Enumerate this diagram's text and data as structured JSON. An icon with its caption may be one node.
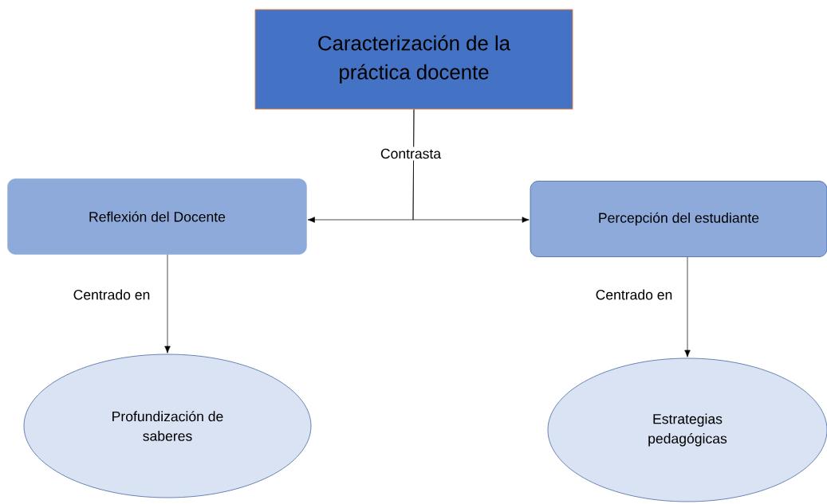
{
  "diagram": {
    "nodes": [
      {
        "text": [
          "Caracterización de la práctica docente"
        ]
      },
      {
        "text": [
          "Reflexión del Docente"
        ]
      },
      {
        "text": [
          "Percepción del estudiante"
        ]
      },
      {
        "text": [
          "Profundización de saberes"
        ]
      },
      {
        "text": [
          "Estrategias pedagógicas"
        ]
      }
    ],
    "edges": [
      {
        "from": 0,
        "to": 1,
        "arrow": "to",
        "label": "Contrasta"
      },
      {
        "from": 0,
        "to": 2,
        "arrow": "to"
      },
      {
        "from": 1,
        "to": 3,
        "arrow": "to",
        "label": "Centrado en"
      },
      {
        "from": 2,
        "to": 4,
        "arrow": "to",
        "label": "Centrado en"
      }
    ]
  }
}
